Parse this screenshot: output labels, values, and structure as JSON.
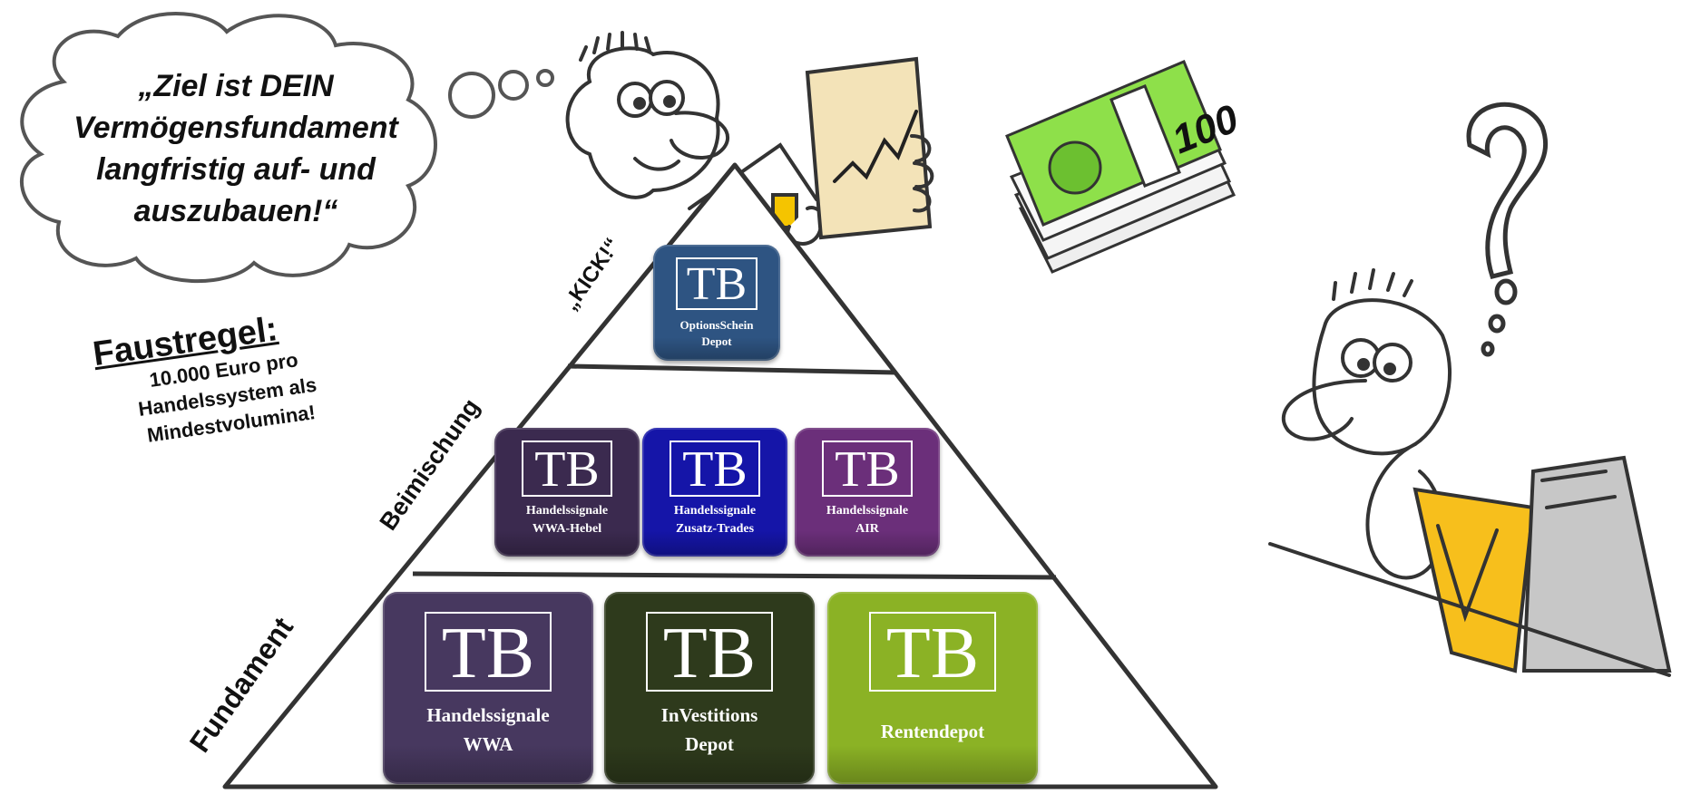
{
  "thought_bubble": {
    "lines": [
      "„Ziel ist DEIN",
      "Vermögensfundament",
      "langfristig auf- und",
      "auszubauen!“"
    ]
  },
  "rule": {
    "title": "Faustregel:",
    "lines": [
      "10.000 Euro pro",
      "Handelssystem als",
      "Mindestvolumina!"
    ]
  },
  "pyramid": {
    "labels": {
      "top": "„KICK!“",
      "middle": "Beimischung",
      "bottom": "Fundament"
    },
    "top_tiles": [
      {
        "logo": "TB",
        "line1": "OptionsSchein",
        "line2": "Depot",
        "color": "#2e5482"
      }
    ],
    "middle_tiles": [
      {
        "logo": "TB",
        "line1": "Handelssignale",
        "line2": "WWA-Hebel",
        "color": "#3b2a4f"
      },
      {
        "logo": "TB",
        "line1": "Handelssignale",
        "line2": "Zusatz-Trades",
        "color": "#1515a8"
      },
      {
        "logo": "TB",
        "line1": "Handelssignale",
        "line2": "AIR",
        "color": "#6b2f7a"
      }
    ],
    "bottom_tiles": [
      {
        "logo": "TB",
        "line1": "Handelssignale",
        "line2": "WWA",
        "color": "#47385f"
      },
      {
        "logo": "TB",
        "line1": "InVestitions",
        "line2": "Depot",
        "color": "#2e3a1c"
      },
      {
        "logo": "TB",
        "line1": "Rentendepot",
        "line2": "",
        "color": "#8bb225"
      }
    ]
  },
  "banknote": {
    "value": "100"
  }
}
